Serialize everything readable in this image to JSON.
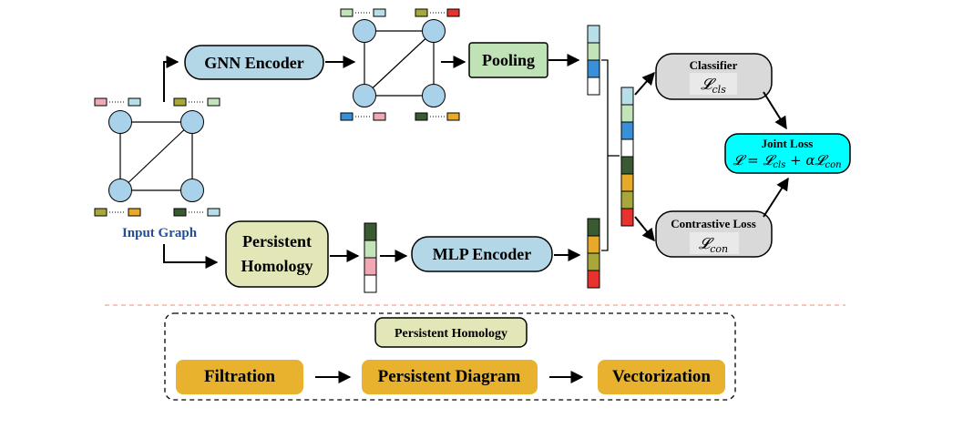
{
  "input_graph": {
    "label": "Input Graph"
  },
  "gnn_encoder": {
    "label": "GNN Encoder"
  },
  "pooling": {
    "label": "Pooling"
  },
  "persistent_homology": {
    "line1": "Persistent",
    "line2": "Homology"
  },
  "mlp_encoder": {
    "label": "MLP Encoder"
  },
  "classifier": {
    "title": "Classifier",
    "loss": "𝓛",
    "loss_sub": "cls"
  },
  "contrastive_loss": {
    "title": "Contrastive Loss",
    "loss": "𝓛",
    "loss_sub": "con"
  },
  "joint_loss": {
    "title": "Joint Loss",
    "formula_parts": [
      "𝓛 = 𝓛",
      "cls",
      " + α𝓛",
      "con"
    ]
  },
  "legend": {
    "header": "Persistent Homology",
    "steps": [
      "Filtration",
      "Persistent Diagram",
      "Vectorization"
    ]
  },
  "colors": {
    "node_fill": "#a9d1ea",
    "gnn_box": "#b3d7e6",
    "pooling_box": "#bfe3b6",
    "ph_box": "#e3e7b8",
    "loss_box": "#d9d9d9",
    "joint_box": "#00ffff",
    "step_box": "#e8b22e",
    "divider": "#f4a582",
    "input_label": "#1f4e9c",
    "feature_palette": {
      "light_blue": "#b7dfe9",
      "light_green": "#c3e3b8",
      "blue": "#3a8fd9",
      "white": "#ffffff",
      "dark_green": "#3a5a32",
      "gold": "#e6a92a",
      "olive": "#a8a83a",
      "red": "#e8322e",
      "pink": "#f0a9b4"
    }
  }
}
